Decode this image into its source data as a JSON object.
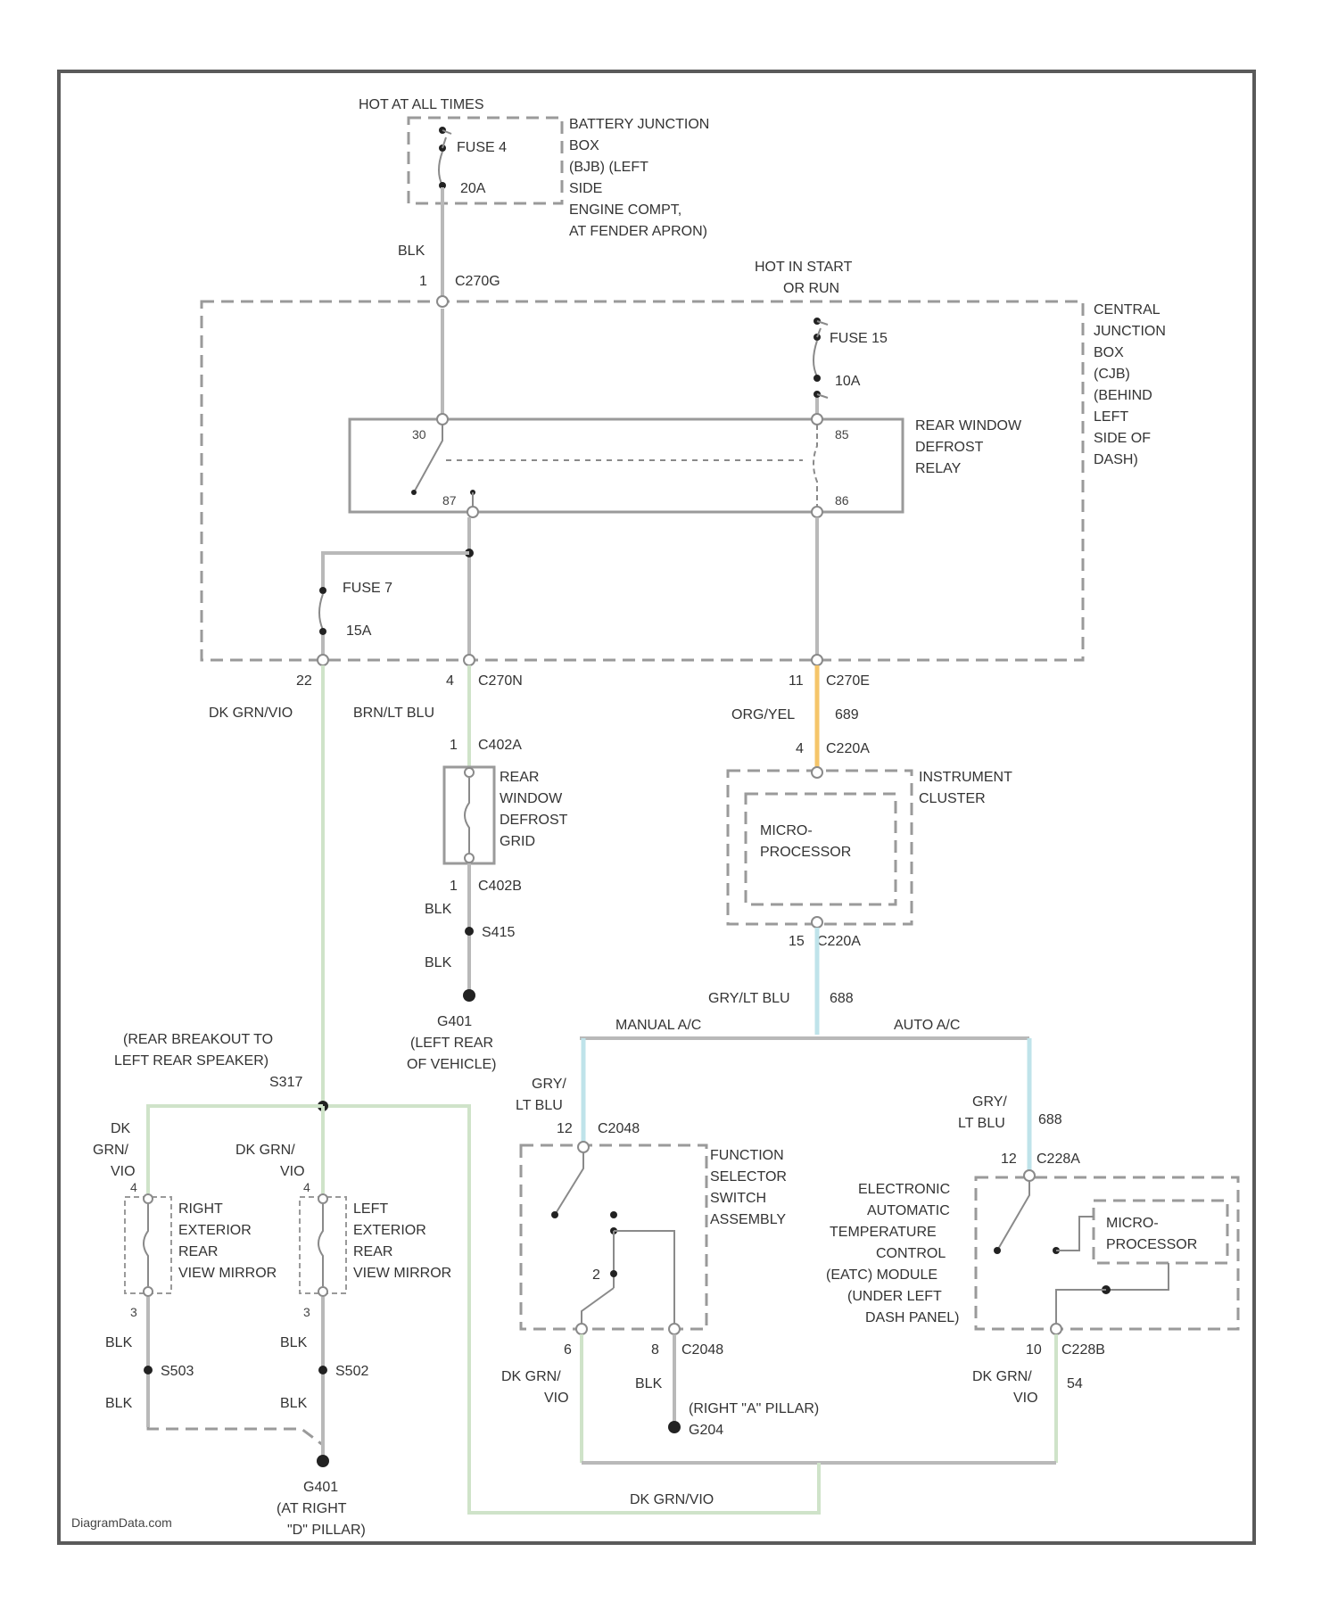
{
  "colors": {
    "wire_grey": "#b9b9b9",
    "wire_light_green": "#cfe3c9",
    "wire_orange_yellow": "#f5c56a",
    "wire_light_blue": "#bfe3ea",
    "frame": "#5a5a5a"
  },
  "watermark": "DiagramData.com",
  "battery_box": {
    "hot": "HOT AT ALL TIMES",
    "fuse": "FUSE 4",
    "amp": "20A",
    "lines": [
      "BATTERY JUNCTION",
      "BOX",
      "(BJB) (LEFT",
      "SIDE",
      "ENGINE COMPT,",
      "AT FENDER APRON)"
    ]
  },
  "c270_top": {
    "wire": "BLK",
    "pin": "1",
    "conn": "C270G"
  },
  "run_start": {
    "lines": [
      "HOT IN START",
      "OR RUN"
    ],
    "fuse": "FUSE 15",
    "amp": "10A"
  },
  "cjb": {
    "lines": [
      "CENTRAL",
      "JUNCTION",
      "BOX",
      "(CJB)",
      "(BEHIND",
      "LEFT",
      "SIDE OF",
      "DASH)"
    ]
  },
  "relay": {
    "lines": [
      "REAR WINDOW",
      "DEFROST",
      "RELAY"
    ],
    "pin30": "30",
    "pin87": "87",
    "pin85": "85",
    "pin86": "86"
  },
  "fuse7": {
    "name": "FUSE 7",
    "amp": "15A"
  },
  "lower_conns": {
    "left_pin": "22",
    "mid_pin": "4",
    "mid_conn": "C270N",
    "right_pin": "11",
    "right_conn": "C270E"
  },
  "left_wire": "DK GRN/VIO",
  "grid_branch": {
    "wire": "BRN/LT BLU",
    "top_pin": "1",
    "top_conn": "C402A",
    "lines": [
      "REAR",
      "WINDOW",
      "DEFROST",
      "GRID"
    ],
    "bot_pin": "1",
    "bot_conn": "C402B",
    "blk1": "BLK",
    "splice": "S415",
    "blk2": "BLK",
    "ground": "G401",
    "ground_lines": [
      "(LEFT REAR",
      "OF VEHICLE)"
    ]
  },
  "cluster": {
    "wire": "ORG/YEL",
    "circuit": "689",
    "in_pin": "4",
    "in_conn": "C220A",
    "lines": [
      "INSTRUMENT",
      "CLUSTER"
    ],
    "micro": [
      "MICRO-",
      "PROCESSOR"
    ],
    "out_pin": "15",
    "out_conn": "C220A",
    "out_wire": "GRY/LT BLU",
    "out_circuit": "688"
  },
  "branch_labels": {
    "manual": "MANUAL A/C",
    "auto": "AUTO A/C"
  },
  "function_switch": {
    "wire": [
      "GRY/",
      "LT BLU"
    ],
    "in_pin": "12",
    "in_conn": "C2048",
    "lines": [
      "FUNCTION",
      "SELECTOR",
      "SWITCH",
      "ASSEMBLY"
    ],
    "inner_pin": "2",
    "out_pin_a": "6",
    "out_pin_b": "8",
    "out_conn": "C2048",
    "wire_out": [
      "DK GRN/",
      "VIO"
    ],
    "blk": "BLK",
    "ground_lines": [
      "(RIGHT \"A\" PILLAR)"
    ],
    "ground": "G204"
  },
  "eatc": {
    "wire": [
      "GRY/",
      "LT BLU"
    ],
    "circuit": "688",
    "in_pin": "12",
    "in_conn": "C228A",
    "lines": [
      "ELECTRONIC",
      "AUTOMATIC",
      "TEMPERATURE",
      "CONTROL",
      "(EATC) MODULE",
      "(UNDER LEFT",
      "DASH PANEL)"
    ],
    "micro": [
      "MICRO-",
      "PROCESSOR"
    ],
    "out_pin": "10",
    "out_conn": "C228B",
    "wire_out": [
      "DK GRN/",
      "VIO"
    ],
    "circuit_out": "54"
  },
  "bottom_wire": "DK GRN/VIO",
  "mirrors": {
    "breakout": [
      "(REAR BREAKOUT TO",
      "LEFT REAR SPEAKER)",
      "S317"
    ],
    "right": {
      "wire": [
        "DK",
        "GRN/",
        "VIO"
      ],
      "pin_top": "4",
      "lines": [
        "RIGHT",
        "EXTERIOR",
        "REAR",
        "VIEW MIRROR"
      ],
      "pin_bot": "3",
      "blk1": "BLK",
      "splice": "S503",
      "blk2": "BLK"
    },
    "left": {
      "wire": [
        "DK GRN/",
        "VIO"
      ],
      "pin_top": "4",
      "lines": [
        "LEFT",
        "EXTERIOR",
        "REAR",
        "VIEW MIRROR"
      ],
      "pin_bot": "3",
      "blk1": "BLK",
      "splice": "S502",
      "blk2": "BLK"
    },
    "ground": "G401",
    "ground_lines": [
      "(AT RIGHT",
      "\"D\" PILLAR)"
    ]
  }
}
